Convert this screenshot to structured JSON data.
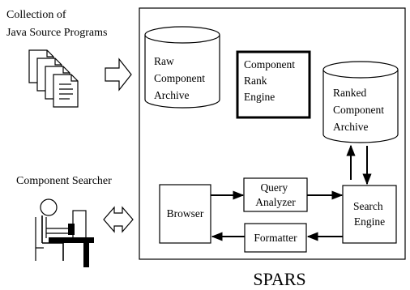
{
  "collection_label": [
    "Collection of",
    "Java Source Programs"
  ],
  "searcher_label": "Component Searcher",
  "raw_archive_label": [
    "Raw",
    "Component",
    "Archive"
  ],
  "rank_engine_label": [
    "Component",
    "Rank",
    "Engine"
  ],
  "ranked_archive_label": [
    "Ranked",
    "Component",
    "Archive"
  ],
  "browser_label": "Browser",
  "query_analyzer_label": [
    "Query",
    "Analyzer"
  ],
  "search_engine_label": [
    "Search",
    "Engine"
  ],
  "formatter_label": "Formatter",
  "system_name": "SPARS",
  "colors": {
    "ink": "#000000",
    "background": "#ffffff"
  }
}
